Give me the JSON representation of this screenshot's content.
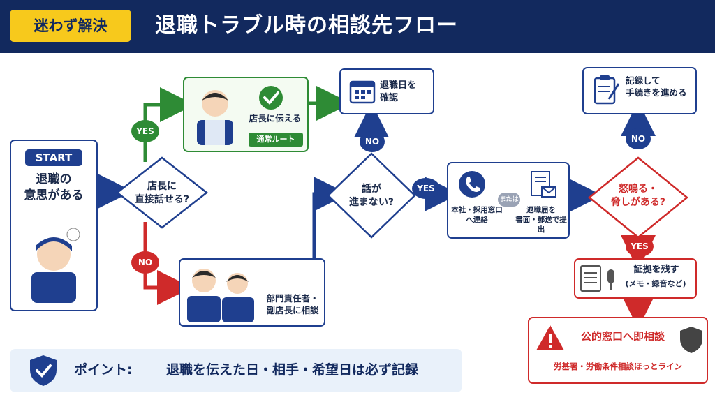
{
  "header": {
    "badge": "迷わず解決",
    "title": "退職トラブル時の相談先フロー"
  },
  "start": {
    "label": "START",
    "text": "退職の\n意思がある"
  },
  "decision1": {
    "text": "店長に\n直接話せる?",
    "yes": "YES",
    "no": "NO"
  },
  "manager": {
    "text": "店長に伝える",
    "badge": "通常ルート"
  },
  "deputy": {
    "text": "部門責任者・\n副店長に相談"
  },
  "decision2": {
    "text": "話が\n進まない?",
    "yes": "YES",
    "no": "NO"
  },
  "confirm": {
    "text": "退職日を\n確認"
  },
  "contact": {
    "left": "本社・採用窓口\nへ連絡",
    "or": "または",
    "right": "退職届を\n書面・郵送で提出"
  },
  "decision3": {
    "text": "怒鳴る・\n脅しがある?",
    "yes": "YES",
    "no": "NO"
  },
  "record": {
    "text": "記録して\n手続きを進める"
  },
  "evidence": {
    "title": "証拠を残す",
    "sub": "(メモ・録音など)"
  },
  "public": {
    "title": "公的窓口へ即相談",
    "sub": "労基署・労働条件相談ほっとライン"
  },
  "point": {
    "label": "ポイント:",
    "text": "退職を伝えた日・相手・希望日は必ず記録"
  },
  "colors": {
    "navy": "#12295e",
    "blue": "#1f3f8f",
    "green": "#2e8b35",
    "red": "#cf2a2a",
    "yellow": "#f7c91c"
  }
}
